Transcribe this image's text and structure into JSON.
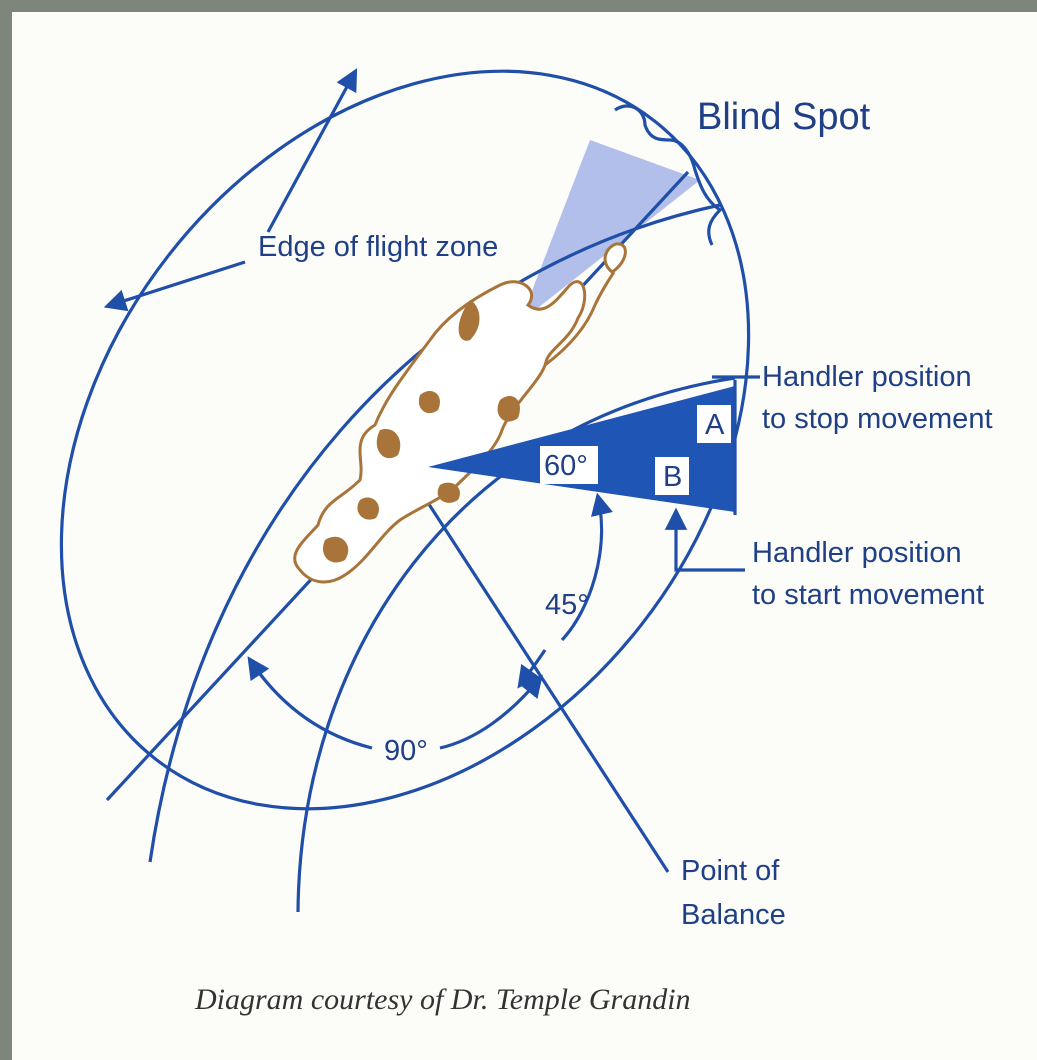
{
  "labels": {
    "blind_spot": "Blind Spot",
    "edge_of_flight_zone": "Edge of flight zone",
    "handler_stop_line1": "Handler position",
    "handler_stop_line2": "to stop movement",
    "handler_start_line1": "Handler position",
    "handler_start_line2": "to start movement",
    "angle_60": "60°",
    "angle_45": "45°",
    "angle_90": "90°",
    "marker_a": "A",
    "marker_b": "B",
    "point_of_balance_line1": "Point of",
    "point_of_balance_line2": "Balance"
  },
  "caption": "Diagram courtesy of Dr. Temple Grandin",
  "colors": {
    "frame": "#7e857a",
    "line": "#1f4fa8",
    "wedge": "#1f55b5",
    "blind_spot": "#a9b8e8",
    "cow": "#a9743a"
  }
}
